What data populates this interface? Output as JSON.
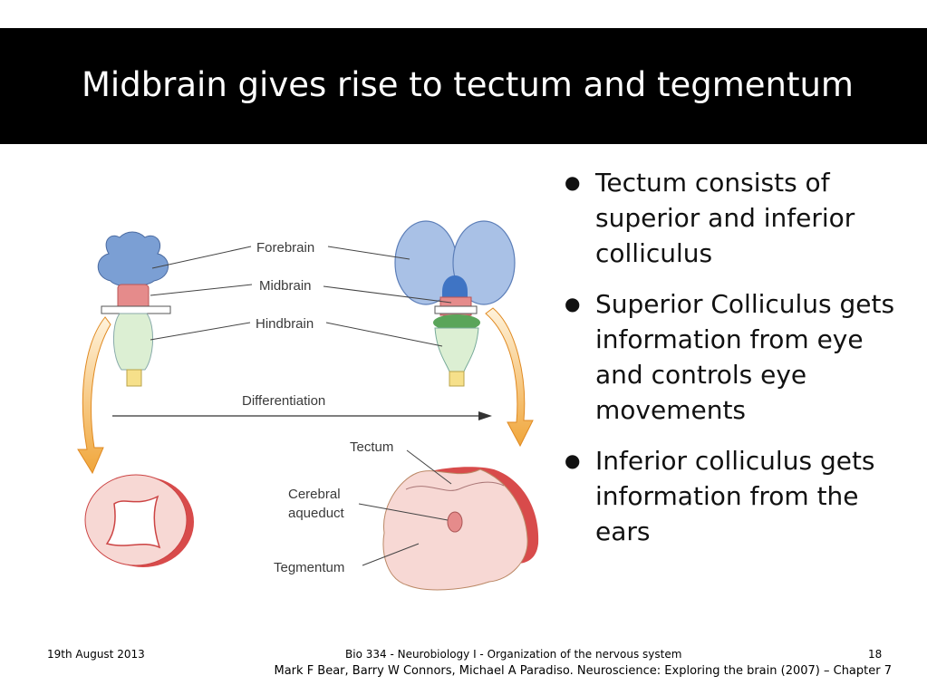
{
  "title": "Midbrain gives rise to tectum and tegmentum",
  "diagram": {
    "labels": {
      "forebrain": "Forebrain",
      "midbrain": "Midbrain",
      "hindbrain": "Hindbrain",
      "differentiation": "Differentiation",
      "tectum": "Tectum",
      "cerebral_1": "Cerebral",
      "cerebral_2": "aqueduct",
      "tegmentum": "Tegmentum"
    },
    "colors": {
      "forebrain": "#7b9fd4",
      "midbrain": "#e58b8b",
      "hindbrain": "#dcefd3",
      "hindbrain_stripe": "#5aa55a",
      "spinal": "#f6e08a",
      "arrow": "#f0a63b",
      "section_fill": "#f7d8d4",
      "section_edge": "#d84b4b"
    }
  },
  "bullets": [
    "Tectum consists of superior and inferior colliculus",
    "Superior Colliculus gets information from eye and controls eye movements",
    "Inferior colliculus gets information from the ears"
  ],
  "footer": {
    "date": "19th August 2013",
    "course": "Bio 334 - Neurobiology I - Organization of the nervous system",
    "page": "18",
    "citation": "Mark F Bear, Barry W Connors, Michael A Paradiso. Neuroscience: Exploring the brain (2007) – Chapter 7"
  }
}
